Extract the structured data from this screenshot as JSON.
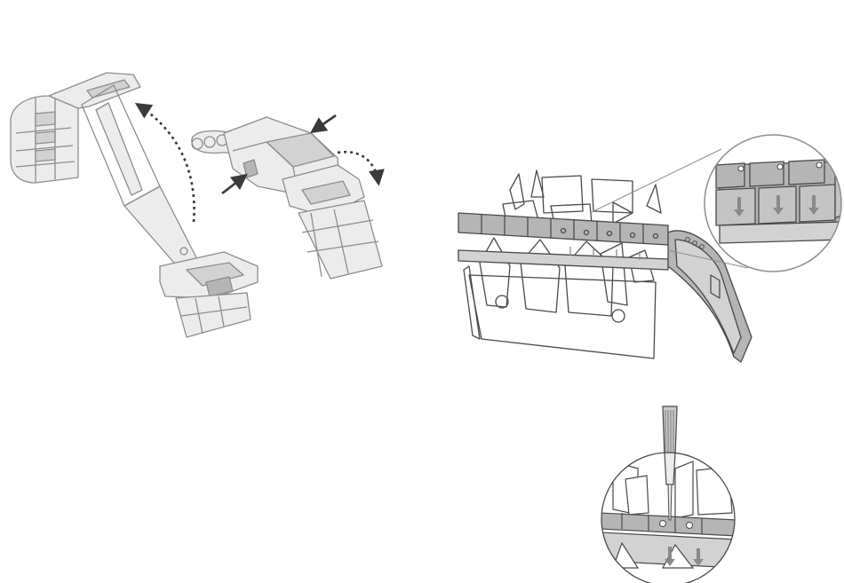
{
  "figure": {
    "panels": [
      "clasp-opening",
      "link-holder-with-bracelet",
      "pin-removal-detail"
    ],
    "colors": {
      "outline": "#8d8d8d",
      "dark_outline": "#4a4a4a",
      "metal_light": "#ececec",
      "metal_mid": "#d2d2d2",
      "metal_dark": "#b5b5b5",
      "arrow": "#3a3a3a",
      "pin_arrow": "#8a8a8a"
    },
    "icons": {
      "press_arrow": "arrow-icon",
      "swing_arrow": "curved-dashed-arrow-icon",
      "pin_direction": "down-arrow-icon"
    }
  }
}
